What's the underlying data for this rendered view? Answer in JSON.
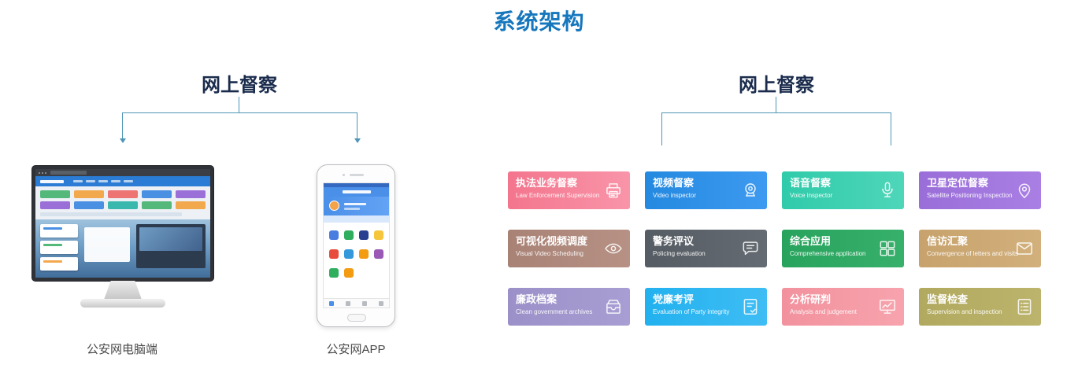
{
  "page": {
    "title": "系统架构"
  },
  "colors": {
    "accent_blue": "#1677bd",
    "header_text": "#1a2b4c",
    "connector_line": "#4e96b5"
  },
  "left_section": {
    "header": "网上督察",
    "devices": [
      {
        "label": "公安网电脑端"
      },
      {
        "label": "公安网APP"
      }
    ]
  },
  "right_section": {
    "header": "网上督察",
    "cards": [
      {
        "title": "执法业务督察",
        "subtitle": "Law Enforcement Supervision",
        "icon": "printer-icon",
        "color_from": "#f3758d",
        "color_to": "#f995a9"
      },
      {
        "title": "视频督察",
        "subtitle": "Video inspector",
        "icon": "webcam-icon",
        "color_from": "#2489e0",
        "color_to": "#3d9af0"
      },
      {
        "title": "语音督察",
        "subtitle": "Voice inspector",
        "icon": "microphone-icon",
        "color_from": "#2fcbaa",
        "color_to": "#4fd6b9"
      },
      {
        "title": "卫星定位督察",
        "subtitle": "Satellite Positioning Inspection",
        "icon": "location-pin-icon",
        "color_from": "#9a6ed8",
        "color_to": "#a97fe4"
      },
      {
        "title": "可视化视频调度",
        "subtitle": "Visual Video Scheduling",
        "icon": "eye-icon",
        "color_from": "#a98276",
        "color_to": "#b69184"
      },
      {
        "title": "警务评议",
        "subtitle": "Policing evaluation",
        "icon": "chat-bubble-icon",
        "color_from": "#555c63",
        "color_to": "#646b72"
      },
      {
        "title": "综合应用",
        "subtitle": "Comprehensive application",
        "icon": "grid-icon",
        "color_from": "#28a35d",
        "color_to": "#36b06a"
      },
      {
        "title": "信访汇聚",
        "subtitle": "Convergence of letters and visits",
        "icon": "envelope-icon",
        "color_from": "#c7a26c",
        "color_to": "#d2b07c"
      },
      {
        "title": "廉政档案",
        "subtitle": "Clean government archives",
        "icon": "archive-box-icon",
        "color_from": "#9b90c8",
        "color_to": "#a89ed3"
      },
      {
        "title": "党廉考评",
        "subtitle": "Evaluation of Party integrity",
        "icon": "document-check-icon",
        "color_from": "#22b1ef",
        "color_to": "#3fbdf4"
      },
      {
        "title": "分析研判",
        "subtitle": "Analysis and judgement",
        "icon": "monitor-chart-icon",
        "color_from": "#f2929e",
        "color_to": "#f7a3ad"
      },
      {
        "title": "监督检查",
        "subtitle": "Supervision and inspection",
        "icon": "checklist-icon",
        "color_from": "#b1a95f",
        "color_to": "#bcb46c"
      }
    ]
  }
}
